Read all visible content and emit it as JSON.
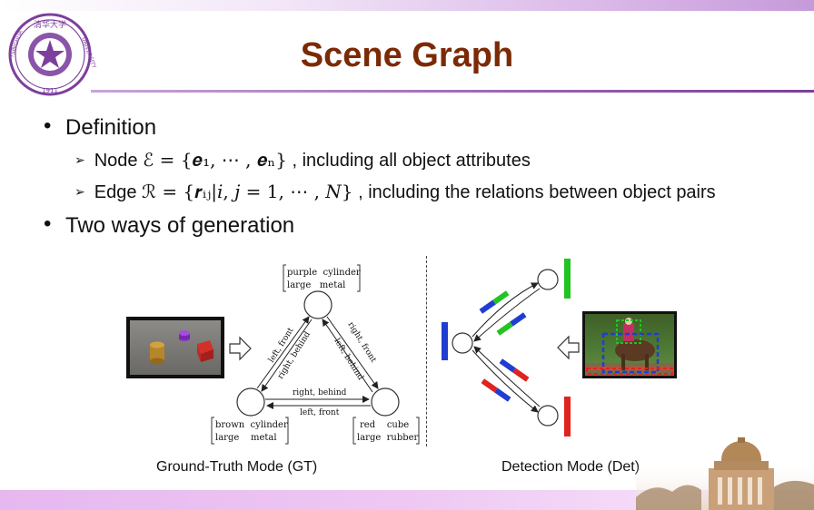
{
  "slide": {
    "title": "Scene Graph",
    "bullets": [
      {
        "text": "Definition"
      },
      {
        "text": "Two ways of generation"
      }
    ],
    "subs": [
      {
        "lead": "Node ",
        "math": "ℰ = {𝒆₁, ⋯ , 𝒆ₙ}",
        "tail": " , including all object attributes"
      },
      {
        "lead": "Edge ",
        "math": "ℛ = {𝒓ᵢⱼ|𝑖, 𝑗 = 1, ⋯ , 𝑁}",
        "tail": " , including the relations between object pairs"
      }
    ],
    "logo": {
      "top_text": "清华大学",
      "side_text": "TSINGHUA UNIVERSITY",
      "year": "1911"
    }
  },
  "gt": {
    "caption": "Ground-Truth Mode (GT)",
    "nodes": {
      "top": [
        "purple  cylinder",
        "large   metal"
      ],
      "left": [
        "brown  cylinder",
        "large    metal"
      ],
      "right": [
        "red    cube",
        "large  rubber"
      ]
    },
    "edges": {
      "left_front": "left, front",
      "right_behind_a": "right, behind",
      "right_front": "right, front",
      "left_behind": "left, behind",
      "right_behind_b": "right, behind",
      "left_front_b": "left, front"
    }
  },
  "det": {
    "caption": "Detection Mode (Det)"
  },
  "colors": {
    "title": "#7b2a05",
    "accent_purple": "#8a4fa8",
    "green": "#22c422",
    "blue": "#1f3ed1",
    "red": "#e0231e"
  }
}
